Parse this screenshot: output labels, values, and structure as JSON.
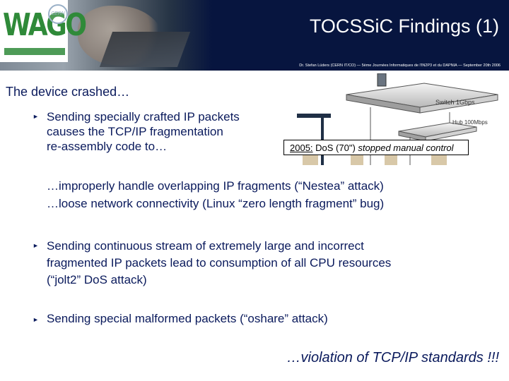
{
  "header": {
    "logo_text": "WAGO",
    "cern_logo_text": "CERN",
    "title": "TOCSSiC Findings (1)",
    "subtitle": "Dr. Stefan Lüders (CERN IT/CO) — 5ème Journées Informatiques de l'IN2P3 et du DAPNIA — September 20th 2006"
  },
  "content": {
    "heading": "The device crashed…",
    "bullets": [
      {
        "lines": [
          "Sending specially crafted IP packets",
          "causes the TCP/IP fragmentation",
          "re-assembly code to…"
        ]
      },
      {
        "lines": [
          "…improperly handle overlapping IP fragments (“Nestea” attack)",
          "…loose network connectivity (Linux “zero length fragment” bug)"
        ]
      },
      {
        "lines": [
          "Sending continuous stream of extremely large and incorrect",
          "fragmented IP packets lead to consumption of all CPU resources",
          "(“jolt2” DoS attack)"
        ]
      },
      {
        "lines": [
          "Sending special malformed packets (“oshare” attack)"
        ]
      }
    ],
    "conclusion": "…violation of TCP/IP standards !!!"
  },
  "network_image": {
    "switch_label": "Switch 1Gbps",
    "hub_label": "Hub 100Mbps",
    "caption_year": "2005:",
    "caption_text": " DoS (70\") ",
    "caption_italic": "stopped manual control"
  },
  "colors": {
    "header_bg": "#07153f",
    "text_blue": "#0a1a5c",
    "logo_green": "#2f8a39"
  }
}
